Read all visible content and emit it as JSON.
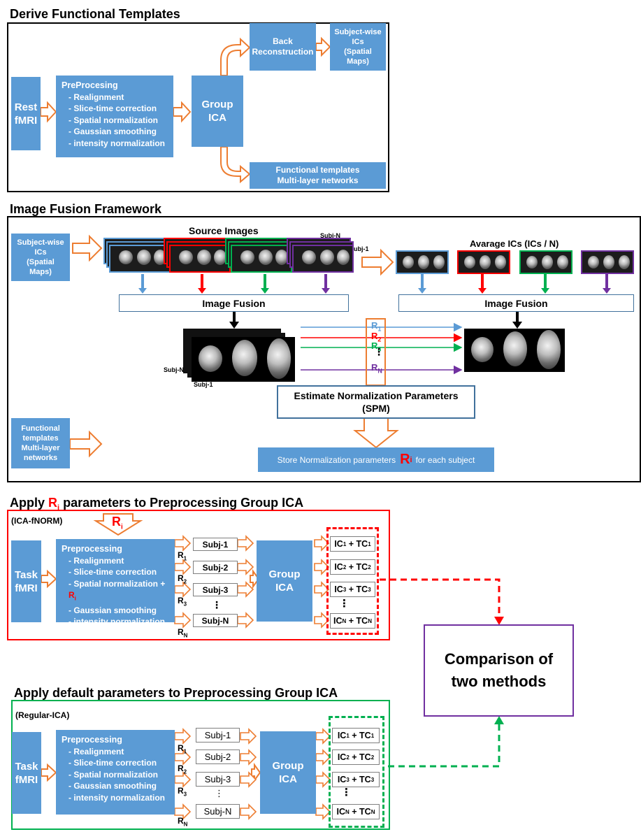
{
  "section1": {
    "title": "Derive Functional Templates",
    "rest_fmri": "Rest\nfMRI",
    "preprocessing": {
      "head": "PreProcesing",
      "items": [
        "- Realignment",
        "- Slice-time correction",
        "- Spatial normalization",
        "- Gaussian smoothing",
        "- intensity normalization"
      ]
    },
    "group_ica": "Group\nICA",
    "back_reconstruction": "Back\nReconstruction",
    "subject_wise_ics": "Subject-wise\nICs\n(Spatial\nMaps)",
    "functional_templates": "Functional  templates\nMulti-layer  networks"
  },
  "section2": {
    "title": "Image Fusion Framework",
    "subject_wise_ics": "Subject-wise\nICs\n(Spatial\nMaps)",
    "source_images": "Source Images",
    "subj_n_top": "Subj-N",
    "subj_1_top": "Subj-1",
    "average_ics": "Avarage ICs (ICs / N)",
    "image_fusion_left": "Image Fusion",
    "image_fusion_right": "Image Fusion",
    "subj_n_bottom": "Subj-N",
    "subj_1_bottom": "Subj-1",
    "r_labels": [
      "R",
      "R",
      "R",
      "R"
    ],
    "r_subs": [
      "1",
      "2",
      "3",
      "N"
    ],
    "estimate": "Estimate Normalization Parameters\n(SPM)",
    "functional_templates": "Functional\ntemplates\nMulti-layer\nnetworks",
    "store_text": "Store Normalization parameters",
    "store_r": "R",
    "store_r_sub": "i",
    "store_suffix": "for each subject"
  },
  "section3": {
    "title_pre": "Apply ",
    "title_r": "R",
    "title_r_sub": "i",
    "title_post": " parameters to Preprocessing Group ICA",
    "tag": "(ICA-fNORM)",
    "ri_arrow": "R",
    "ri_arrow_sub": "i",
    "task_fmri": "Task\nfMRI",
    "preprocessing": {
      "head": "Preprocessing",
      "items": [
        "- Realignment",
        "- Slice-time correction",
        "- Spatial normalization + ",
        "- Gaussian smoothing",
        "- intensity normalization"
      ],
      "ri": "R",
      "ri_sub": "i"
    },
    "subjects": [
      "Subj-1",
      "Subj-2",
      "Subj-3",
      "Subj-N"
    ],
    "r_labels": [
      "R",
      "R",
      "R",
      "R"
    ],
    "r_subs": [
      "1",
      "2",
      "3",
      "N"
    ],
    "group_ica": "Group\nICA",
    "ic_subs": [
      "1",
      "2",
      "3",
      "N"
    ],
    "ic_label": "IC",
    "tc_label": "TC",
    "ellipsis": "⋮"
  },
  "section4": {
    "title": "Apply default parameters to Preprocessing Group ICA",
    "tag": "(Regular-ICA)",
    "task_fmri": "Task\nfMRI",
    "preprocessing": {
      "head": "Preprocessing",
      "items": [
        "- Realignment",
        "- Slice-time correction",
        "- Spatial normalization",
        "- Gaussian smoothing",
        "- intensity normalization"
      ]
    },
    "subjects": [
      "Subj-1",
      "Subj-2",
      "Subj-3",
      "Subj-N"
    ],
    "r_labels": [
      "R",
      "R",
      "R",
      "R"
    ],
    "r_subs": [
      "1",
      "2",
      "3",
      "N"
    ],
    "group_ica": "Group\nICA",
    "ic_subs": [
      "1",
      "2",
      "3",
      "N"
    ],
    "ic_label": "IC",
    "tc_label": "TC",
    "ellipsis": "⋮"
  },
  "comparison": "Comparison of\ntwo methods",
  "colors": {
    "box_blue": "#5b9bd5",
    "arrow_orange": "#ed7d31",
    "red": "#ff0000",
    "green": "#00b050",
    "purple": "#7030a0",
    "light_blue": "#5b9bd5"
  }
}
